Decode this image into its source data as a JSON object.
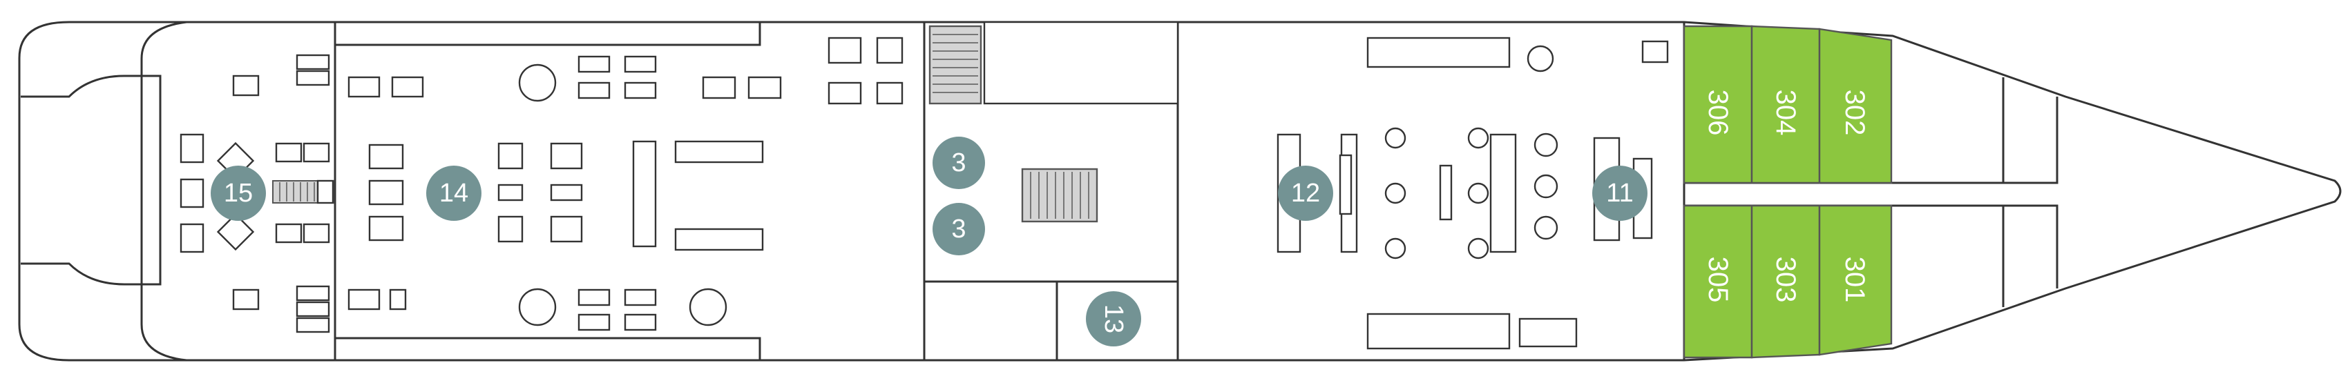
{
  "colors": {
    "marker": "#739394",
    "cabin": "#8cc63f",
    "stairs": "#d4d4d4"
  },
  "cabins": {
    "c306": "306",
    "c304": "304",
    "c302": "302",
    "c305": "305",
    "c303": "303",
    "c301": "301"
  },
  "markers": {
    "m15": "15",
    "m14": "14",
    "m3a": "3",
    "m3b": "3",
    "m13": "13",
    "m12": "12",
    "m11": "11"
  }
}
